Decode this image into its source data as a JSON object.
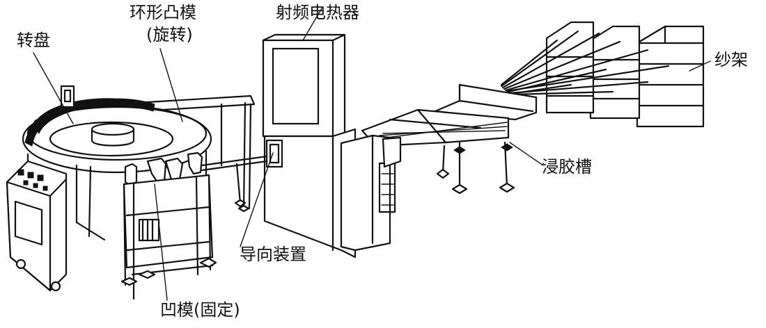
{
  "labels": {
    "turntable": "转盘",
    "ring_punch": "环形凸模",
    "ring_punch_note": "(旋转)",
    "rf_heater": "射频电热器",
    "creel": "纱架",
    "resin_tank": "浸胶槽",
    "guide_device": "导向装置",
    "die": "凹模(固定)"
  }
}
